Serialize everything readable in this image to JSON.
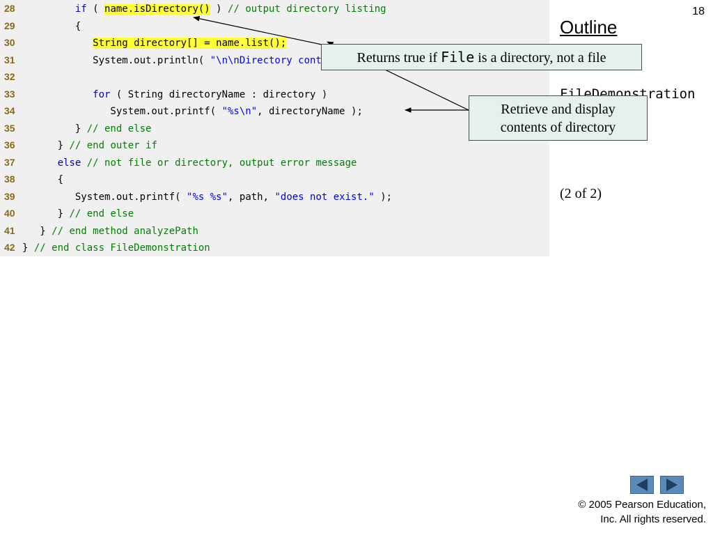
{
  "slide": {
    "number": "18",
    "outline_title": "Outline",
    "outline_subtitle": "FileDemonstration",
    "page_indicator": "(2 of 2)"
  },
  "code_lines": [
    {
      "n": "28",
      "segs": [
        {
          "t": "         ",
          "c": "pl"
        },
        {
          "t": "if",
          "c": "kw"
        },
        {
          "t": " ( ",
          "c": "pl"
        },
        {
          "t": "name.isDirectory()",
          "c": "pl",
          "hl": true
        },
        {
          "t": " ) ",
          "c": "pl"
        },
        {
          "t": "// output directory listing",
          "c": "cm"
        }
      ]
    },
    {
      "n": "29",
      "segs": [
        {
          "t": "         {",
          "c": "pl"
        }
      ]
    },
    {
      "n": "30",
      "segs": [
        {
          "t": "            ",
          "c": "pl"
        },
        {
          "t": "String directory[] = name.list();",
          "c": "pl",
          "hl": true
        }
      ]
    },
    {
      "n": "31",
      "segs": [
        {
          "t": "            System.out.println( ",
          "c": "pl"
        },
        {
          "t": "\"\\n\\nDirectory contents:\\n\"",
          "c": "st"
        },
        {
          "t": " );",
          "c": "pl"
        }
      ]
    },
    {
      "n": "32",
      "segs": []
    },
    {
      "n": "33",
      "segs": [
        {
          "t": "            ",
          "c": "pl"
        },
        {
          "t": "for",
          "c": "kw"
        },
        {
          "t": " ( String directoryName : directory )",
          "c": "pl"
        }
      ]
    },
    {
      "n": "34",
      "segs": [
        {
          "t": "               System.out.printf( ",
          "c": "pl"
        },
        {
          "t": "\"%s\\n\"",
          "c": "st"
        },
        {
          "t": ", directoryName );",
          "c": "pl"
        }
      ]
    },
    {
      "n": "35",
      "segs": [
        {
          "t": "         } ",
          "c": "pl"
        },
        {
          "t": "// end else",
          "c": "cm"
        }
      ]
    },
    {
      "n": "36",
      "segs": [
        {
          "t": "      } ",
          "c": "pl"
        },
        {
          "t": "// end outer if",
          "c": "cm"
        }
      ]
    },
    {
      "n": "37",
      "segs": [
        {
          "t": "      ",
          "c": "pl"
        },
        {
          "t": "else",
          "c": "kw"
        },
        {
          "t": " ",
          "c": "pl"
        },
        {
          "t": "// not file or directory, output error message",
          "c": "cm"
        }
      ]
    },
    {
      "n": "38",
      "segs": [
        {
          "t": "      {",
          "c": "pl"
        }
      ]
    },
    {
      "n": "39",
      "segs": [
        {
          "t": "         System.out.printf( ",
          "c": "pl"
        },
        {
          "t": "\"%s %s\"",
          "c": "st"
        },
        {
          "t": ", path, ",
          "c": "pl"
        },
        {
          "t": "\"does not exist.\"",
          "c": "st"
        },
        {
          "t": " );",
          "c": "pl"
        }
      ]
    },
    {
      "n": "40",
      "segs": [
        {
          "t": "      } ",
          "c": "pl"
        },
        {
          "t": "// end else",
          "c": "cm"
        }
      ]
    },
    {
      "n": "41",
      "segs": [
        {
          "t": "   } ",
          "c": "pl"
        },
        {
          "t": "// end method analyzePath",
          "c": "cm"
        }
      ]
    },
    {
      "n": "42",
      "segs": [
        {
          "t": "} ",
          "c": "pl"
        },
        {
          "t": "// end class FileDemonstration",
          "c": "cm"
        }
      ]
    }
  ],
  "callouts": {
    "is_directory": {
      "prefix": "Returns true if ",
      "code": "File",
      "suffix": " is a directory, not a file"
    },
    "list_contents": {
      "line1": "Retrieve and display",
      "line2": "contents of directory"
    }
  },
  "navigation": {
    "prev_icon": "triangle-left-icon",
    "next_icon": "triangle-right-icon",
    "button_color": "#5b8ab8"
  },
  "copyright": {
    "line1": "© 2005 Pearson Education,",
    "line2": "Inc.  All rights reserved."
  },
  "colors": {
    "code_background": "#f0f0f0",
    "line_number": "#8b6914",
    "keyword": "#0000cc",
    "comment": "#008000",
    "string": "#0000ff",
    "highlight": "#ffff33",
    "callout_fill": "#e4f1ee"
  }
}
